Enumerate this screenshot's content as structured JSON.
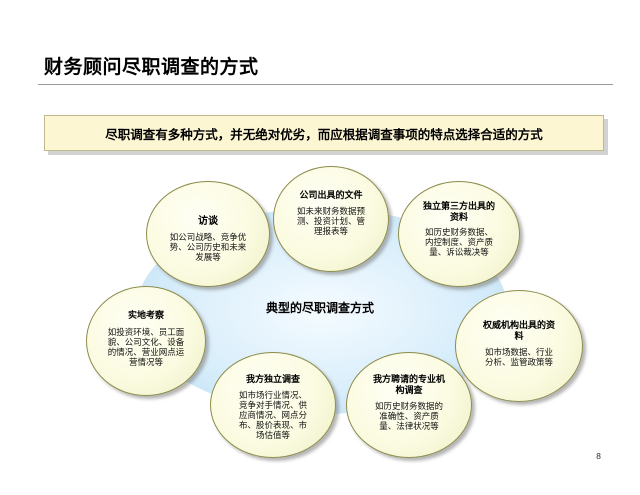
{
  "title": "财务顾问尽职调查的方式",
  "banner": "尽职调查有多种方式，并无绝对优劣，而应根据调查事项的特点选择合适的方式",
  "center_label": "典型的尽职调查方式",
  "nodes": [
    {
      "head": "访谈",
      "body": "如公司战略、竞争优势、公司历史和未来发展等"
    },
    {
      "head": "公司出具的文件",
      "body": "如未来财务数据预测、投资计划、管理报表等"
    },
    {
      "head": "独立第三方出具的资料",
      "body": "如历史财务数据、内控制度、资产质量、诉讼裁决等"
    },
    {
      "head": "权威机构出具的资料",
      "body": "如市场数据、行业分析、监管政策等"
    },
    {
      "head": "我方聘请的专业机构调查",
      "body": "如历史财务数据的准确性、资产质量、法律状况等"
    },
    {
      "head": "我方独立调查",
      "body": "如市场行业情况、竞争对手情况、供应商情况、网点分布、股价表现、市场估值等"
    },
    {
      "head": "实地考察",
      "body": "如投资环境、员工面貌、公司文化、设备的情况、营业网点运营情况等"
    }
  ],
  "page_number": "8"
}
